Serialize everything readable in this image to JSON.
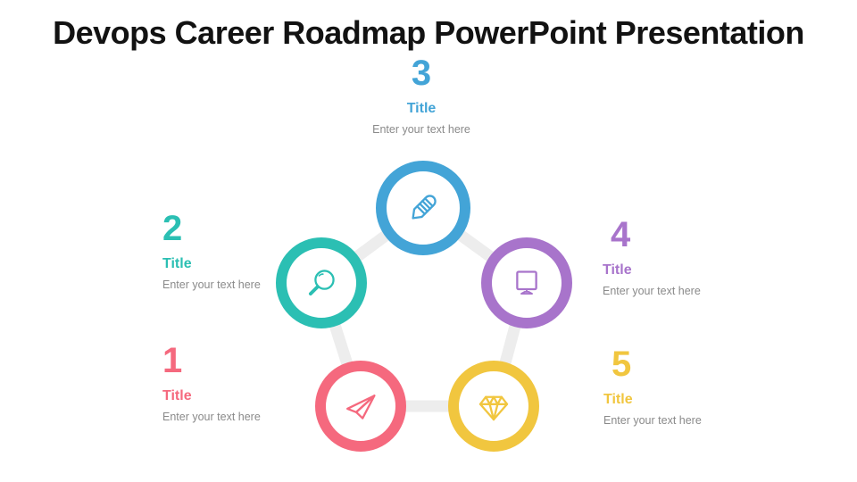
{
  "slide": {
    "title": "Devops Career Roadmap PowerPoint Presentation"
  },
  "items": [
    {
      "number": "1",
      "title": "Title",
      "text": "Enter your text here",
      "color": "#F5697E",
      "icon": "paper-plane-icon",
      "position": "bottom-left"
    },
    {
      "number": "2",
      "title": "Title",
      "text": "Enter your text here",
      "color": "#2BBFB3",
      "icon": "magnifier-icon",
      "position": "middle-left"
    },
    {
      "number": "3",
      "title": "Title",
      "text": "Enter your text here",
      "color": "#43A4D7",
      "icon": "pencil-icon",
      "position": "top-center"
    },
    {
      "number": "4",
      "title": "Title",
      "text": "Enter your text here",
      "color": "#A874CB",
      "icon": "monitor-icon",
      "position": "middle-right"
    },
    {
      "number": "5",
      "title": "Title",
      "text": "Enter your text here",
      "color": "#F1C63F",
      "icon": "diamond-icon",
      "position": "bottom-right"
    }
  ],
  "diagram": {
    "shape": "pentagon",
    "pentagon_color": "#EDEDED",
    "placeholder_text_color": "#8A8A8A",
    "heading_color": "#121212"
  }
}
